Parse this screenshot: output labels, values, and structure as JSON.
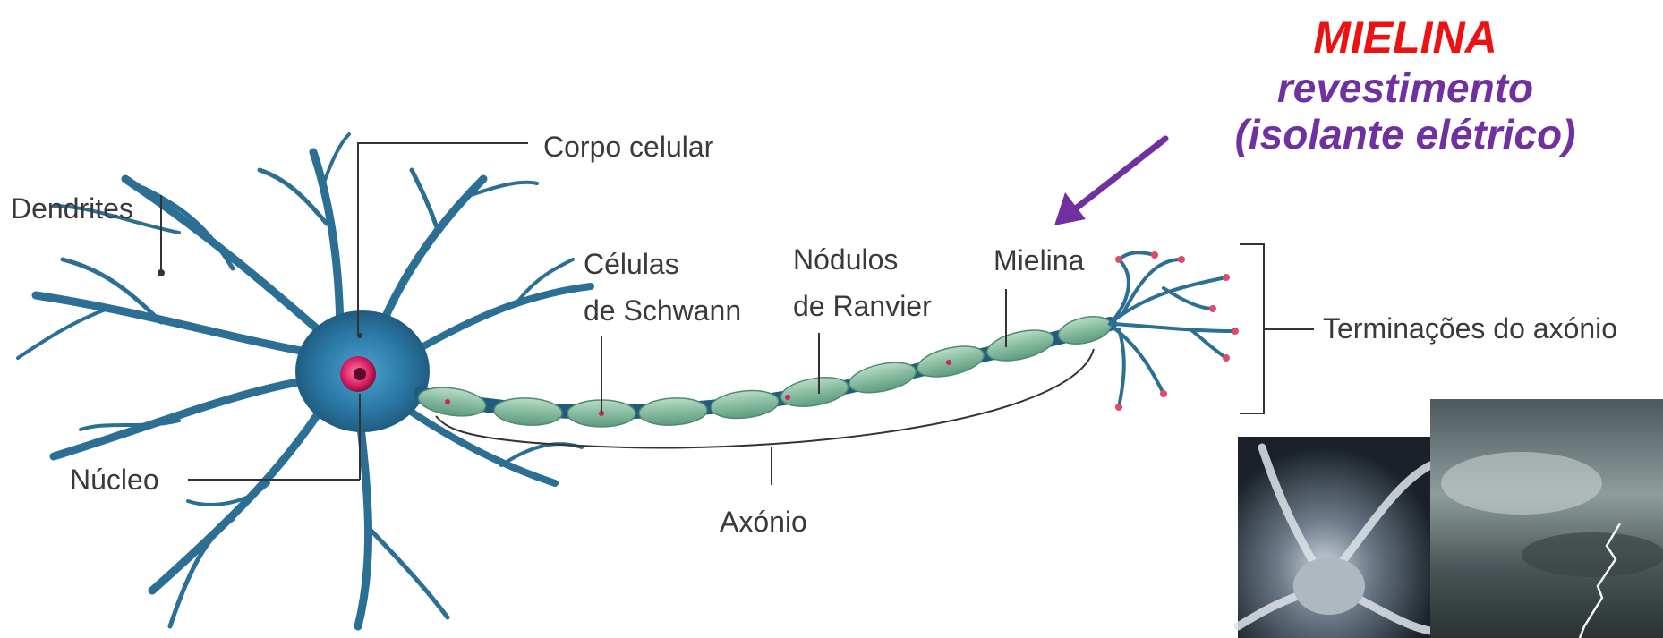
{
  "title": {
    "main": "MIELINA",
    "line2": "revestimento",
    "line3": "(isolante elétrico)"
  },
  "labels": {
    "dendrites": "Dendrites",
    "corpo_celular": "Corpo celular",
    "celulas_schwann_1": "Células",
    "celulas_schwann_2": "de Schwann",
    "nodulos_ranvier_1": "Nódulos",
    "nodulos_ranvier_2": "de Ranvier",
    "mielina": "Mielina",
    "terminacoes": "Terminações do axónio",
    "nucleo": "Núcleo",
    "axonio": "Axónio"
  },
  "colors": {
    "title_red": "#ee1111",
    "title_purple": "#7030a0",
    "neuron_blue": "#2a6f96",
    "myelin_green": "#8fc2a6",
    "nucleus_magenta": "#d81e63"
  },
  "images": [
    "neuron-micrograph",
    "storm-lightning-photo"
  ]
}
